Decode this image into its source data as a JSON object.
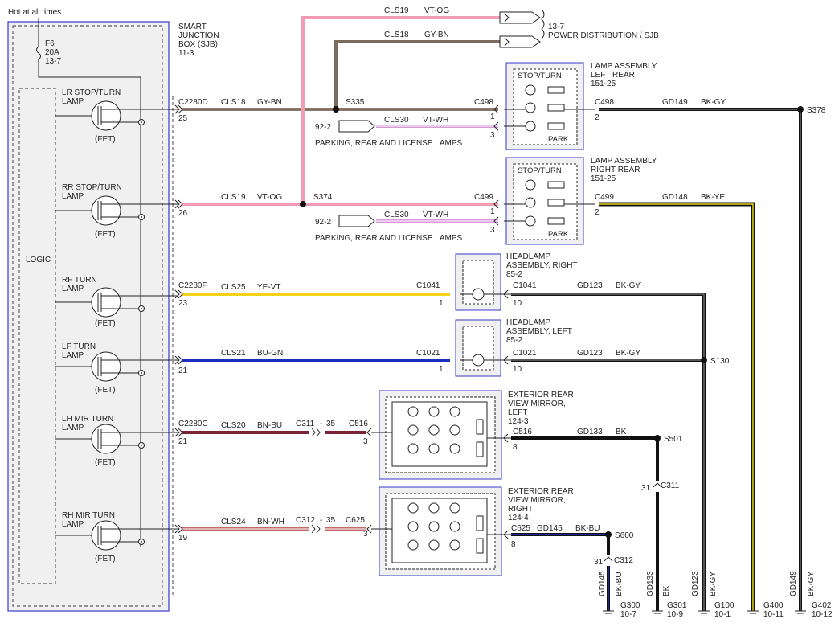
{
  "top_note": "Hot at all times",
  "fuse": {
    "name": "F6",
    "rating": "20A",
    "ref": "13-7"
  },
  "sjb": {
    "line1": "SMART",
    "line2": "JUNCTION",
    "line3": "BOX (SJB)",
    "ref": "11-3"
  },
  "logic_label": "LOGIC",
  "fet_label": "(FET)",
  "drivers": [
    {
      "l1": "LR STOP/TURN",
      "l2": "LAMP",
      "connector": "C2280D",
      "pin": "25",
      "circuit": "CLS18",
      "color": "GY-BN"
    },
    {
      "l1": "RR STOP/TURN",
      "l2": "LAMP",
      "connector": "",
      "pin": "26",
      "circuit": "CLS19",
      "color": "VT-OG"
    },
    {
      "l1": "RF TURN",
      "l2": "LAMP",
      "connector": "C2280F",
      "pin": "23",
      "circuit": "CLS25",
      "color": "YE-VT"
    },
    {
      "l1": "LF TURN",
      "l2": "LAMP",
      "connector": "",
      "pin": "21",
      "circuit": "CLS21",
      "color": "BU-GN"
    },
    {
      "l1": "LH MIR TURN",
      "l2": "LAMP",
      "connector": "C2280C",
      "pin": "21",
      "circuit": "CLS20",
      "color": "BN-BU"
    },
    {
      "l1": "RH MIR TURN",
      "l2": "LAMP",
      "connector": "",
      "pin": "19",
      "circuit": "CLS24",
      "color": "BN-WH"
    }
  ],
  "power_dist": {
    "top_circuit": "CLS19",
    "top_color": "VT-OG",
    "mid_circuit": "CLS18",
    "mid_color": "GY-BN",
    "ref": "13-7",
    "label": "POWER DISTRIBUTION / SJB"
  },
  "splices": {
    "s335": "S335",
    "s374": "S374",
    "s378": "S378",
    "s130": "S130",
    "s501": "S501",
    "s600": "S600"
  },
  "parking": {
    "ref": "92-2",
    "circuit": "CLS30",
    "color": "VT-WH",
    "label": "PARKING, REAR AND LICENSE LAMPS"
  },
  "lamp_lr": {
    "title1": "LAMP ASSEMBLY,",
    "title2": "LEFT REAR",
    "ref": "151-25",
    "conn": "C498",
    "stop_turn": "STOP/TURN",
    "park": "PARK",
    "pin1": "1",
    "pin2": "2",
    "pin3": "3"
  },
  "lamp_rr": {
    "title1": "LAMP ASSEMBLY,",
    "title2": "RIGHT REAR",
    "ref": "151-25",
    "conn": "C499",
    "stop_turn": "STOP/TURN",
    "park": "PARK",
    "pin1": "1",
    "pin2": "2",
    "pin3": "3"
  },
  "ground_lr": {
    "circuit": "GD149",
    "color": "BK-GY"
  },
  "ground_rr": {
    "circuit": "GD148",
    "color": "BK-YE"
  },
  "head_r": {
    "title1": "HEADLAMP",
    "title2": "ASSEMBLY, RIGHT",
    "ref": "85-2",
    "conn": "C1041",
    "pin_in": "1",
    "pin_out": "10",
    "gcircuit": "GD123",
    "gcolor": "BK-GY"
  },
  "head_l": {
    "title1": "HEADLAMP",
    "title2": "ASSEMBLY, LEFT",
    "ref": "85-2",
    "conn": "C1021",
    "pin_in": "1",
    "pin_out": "10",
    "gcircuit": "GD123",
    "gcolor": "BK-GY"
  },
  "mirror_l": {
    "t1": "EXTERIOR REAR",
    "t2": "VIEW MIRROR,",
    "t3": "LEFT",
    "ref": "124-3",
    "conn": "C516",
    "inline": "C311",
    "inline_ref": "35",
    "pin_in": "3",
    "pin_out": "8",
    "gcircuit": "GD133",
    "gcolor": "BK"
  },
  "mirror_r": {
    "t1": "EXTERIOR REAR",
    "t2": "VIEW MIRROR,",
    "t3": "RIGHT",
    "ref": "124-4",
    "conn": "C625",
    "inline": "C312",
    "inline_ref": "35",
    "pin_in": "3",
    "pin_out": "8",
    "gcircuit": "GD145",
    "gcolor": "BK-BU"
  },
  "c311": {
    "name": "C311",
    "pin": "31"
  },
  "c312": {
    "name": "C312",
    "pin": "31"
  },
  "grounds": [
    {
      "circuit": "GD145",
      "color": "BK-BU",
      "name": "G300",
      "ref": "10-7"
    },
    {
      "circuit": "GD133",
      "color": "BK",
      "name": "G301",
      "ref": "10-9"
    },
    {
      "circuit": "GD123",
      "color": "BK-GY",
      "name": "G100",
      "ref": "10-1"
    },
    {
      "circuit": "",
      "color": "",
      "name": "G400",
      "ref": "10-11"
    },
    {
      "circuit": "GD149",
      "color": "BK-GY",
      "name": "G402",
      "ref": "10-12"
    }
  ],
  "colors": {
    "gy_bn": "#8a7a70",
    "vt_og": "#f29bb4",
    "ye_vt": "#f2d21a",
    "bu_gn": "#1a2fbf",
    "bn_bu": "#7a2236",
    "bn_wh": "#c46a6a",
    "vt_wh": "#d79ad8",
    "bk": "#111111",
    "ye_stripe": "#e6d21a",
    "frame_blue": "#3a3acc",
    "panel": "#f0f0f0"
  }
}
